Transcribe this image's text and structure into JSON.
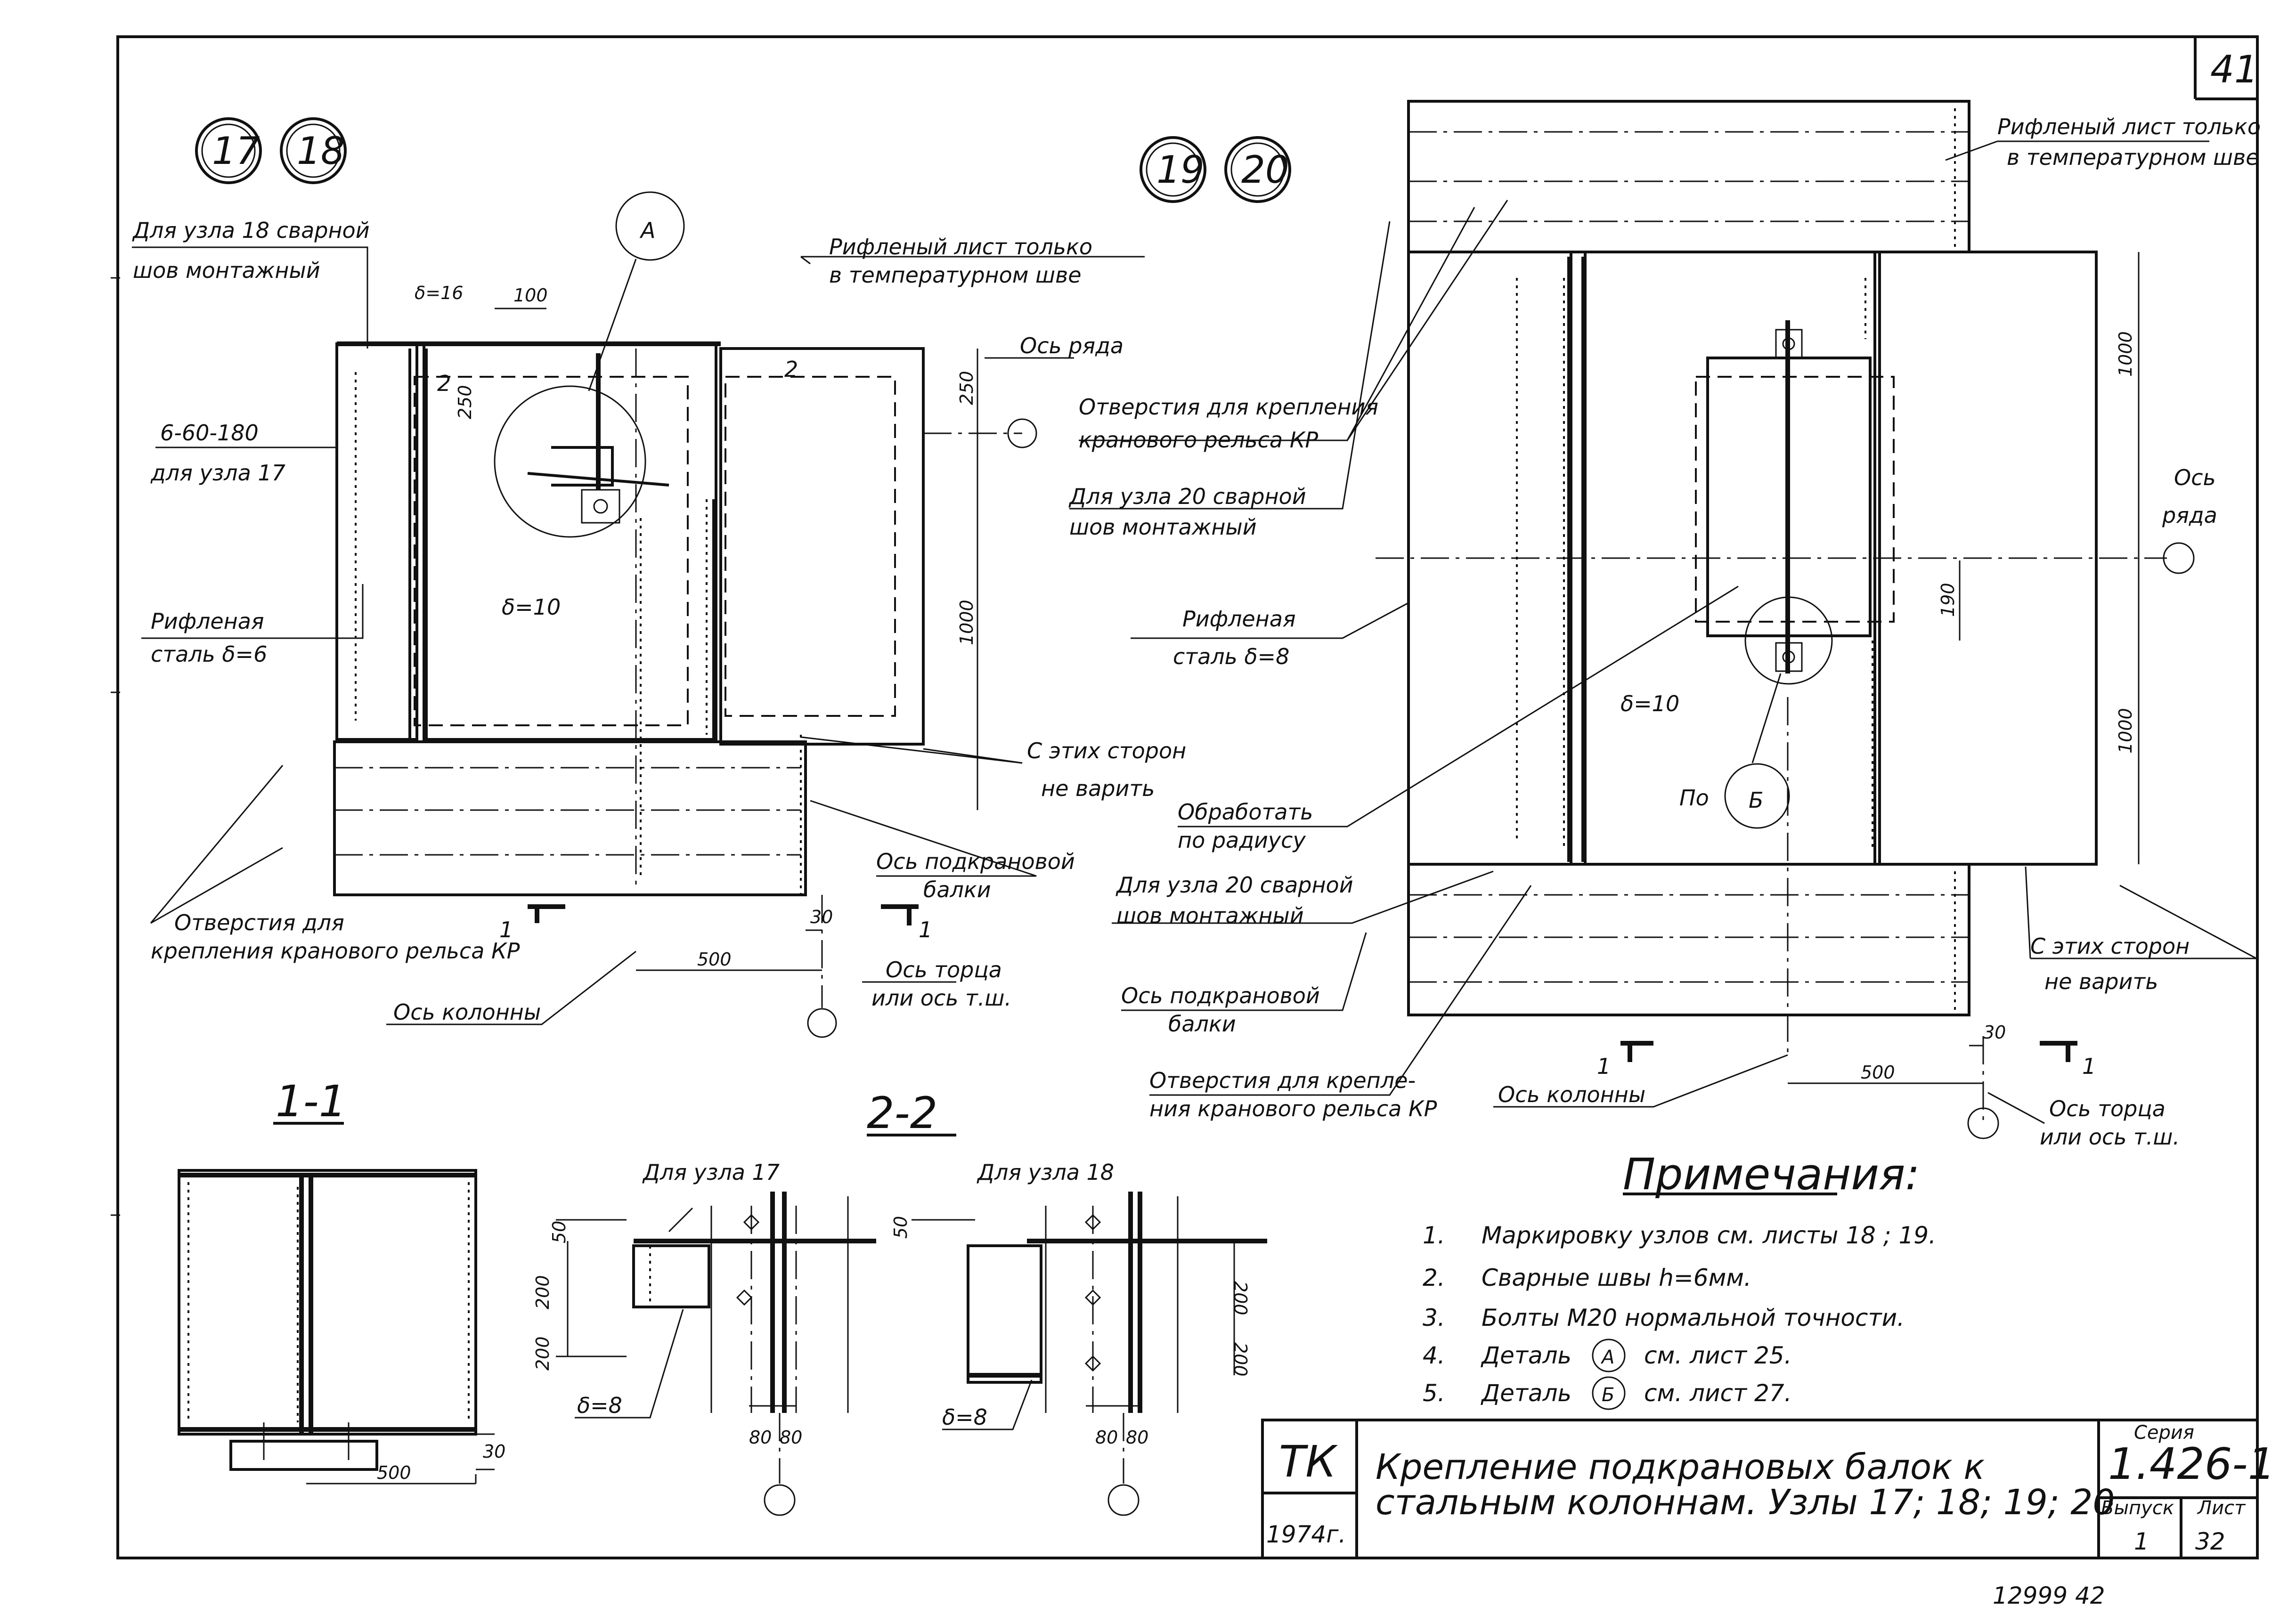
{
  "sheet": {
    "corner_number": "41",
    "bottom_stamp": "12999 42"
  },
  "nodes": {
    "left_a": "17",
    "left_b": "18",
    "right_a": "19",
    "right_b": "20",
    "detail_a": "А",
    "detail_b": "Б"
  },
  "left_view": {
    "weld_note_line1": "Для узла 18 сварной",
    "weld_note_line2": "шов монтажный",
    "plate_thk_16": "δ=16",
    "dim_100": "100",
    "dim_250_small": "250",
    "dim_250_right": "250",
    "dim_1000": "1000",
    "cut_2a": "2",
    "cut_2b": "2",
    "holes_1": "6-60-180",
    "holes_2": "для узла 17",
    "checkered_1": "Рифленая",
    "checkered_2": "сталь δ=6",
    "plate_thk_10": "δ=10",
    "riffle_note_1": "Рифленый лист только",
    "riffle_note_2": "в температурном шве",
    "row_axis": "Ось ряда",
    "no_weld_1": "С этих сторон",
    "no_weld_2": "не варить",
    "beam_axis_1": "Ось подкрановой",
    "beam_axis_2": "балки",
    "rail_holes_1": "Отверстия для",
    "rail_holes_2": "крепления кранового рельса КР",
    "column_axis": "Ось колонны",
    "dim_500": "500",
    "dim_30": "30",
    "cut_1a": "1",
    "cut_1b": "1",
    "end_axis_1": "Ось торца",
    "end_axis_2": "или ось т.ш."
  },
  "right_view": {
    "riffle_note_1": "Рифленый лист только",
    "riffle_note_2": "в температурном шве",
    "rail_holes_top_1": "Отверстия для крепления",
    "rail_holes_top_2": "кранового рельса КР",
    "weld20_top_1": "Для узла 20 сварной",
    "weld20_top_2": "шов монтажный",
    "checkered_1": "Рифленая",
    "checkered_2": "сталь δ=8",
    "plate_thk_10": "δ=10",
    "detail_ref": "По",
    "process_1": "Обработать",
    "process_2": "по радиусу",
    "weld20_bot_1": "Для узла 20 сварной",
    "weld20_bot_2": "шов монтажный",
    "beam_axis_1": "Ось подкрановой",
    "beam_axis_2": "балки",
    "rail_holes_bot_1": "Отверстия для крепле-",
    "rail_holes_bot_2": "ния кранового рельса КР",
    "column_axis": "Ось колонны",
    "row_axis_1": "Ось",
    "row_axis_2": "ряда",
    "dim_1000_top": "1000",
    "dim_1000_bot": "1000",
    "dim_190": "190",
    "no_weld_1": "С этих сторон",
    "no_weld_2": "не варить",
    "dim_500": "500",
    "dim_30": "30",
    "cut_1a": "1",
    "cut_1b": "1",
    "end_axis_1": "Ось торца",
    "end_axis_2": "или ось т.ш."
  },
  "section_1": {
    "title": "1-1",
    "dim_500": "500",
    "dim_30": "30"
  },
  "section_2": {
    "title": "2-2",
    "for_17": "Для узла 17",
    "for_18": "Для узла 18",
    "dim_50_a": "50",
    "dim_200_a": "200",
    "dim_200_b": "200",
    "dim_50_b": "50",
    "dim_200_c": "200",
    "dim_200_d": "200",
    "thk_a": "δ=8",
    "thk_b": "δ=8",
    "dim_80_a": "80",
    "dim_80_b": "80",
    "dim_80_c": "80",
    "dim_80_d": "80"
  },
  "notes": {
    "heading": "Примечания:",
    "items": [
      {
        "num": "1.",
        "text": "Маркировку  узлов  см. листы  18 ; 19."
      },
      {
        "num": "2.",
        "text": "Сварные  швы  h=6мм."
      },
      {
        "num": "3.",
        "text": "Болты  М20  нормальной  точности."
      },
      {
        "num": "4.",
        "text": "Деталь",
        "circle": "А",
        "tail": "см. лист  25."
      },
      {
        "num": "5.",
        "text": "Деталь",
        "circle": "Б",
        "tail": "см. лист  27."
      }
    ]
  },
  "title_block": {
    "org": "ТК",
    "year": "1974г.",
    "title_line1": "Крепление  подкрановых  балок  к",
    "title_line2": "стальным  колоннам.  Узлы  17; 18; 19; 20",
    "series_label": "Серия",
    "series_value": "1.426-1",
    "issue_label": "Выпуск",
    "issue_value": "1",
    "sheet_label": "Лист",
    "sheet_value": "32"
  }
}
